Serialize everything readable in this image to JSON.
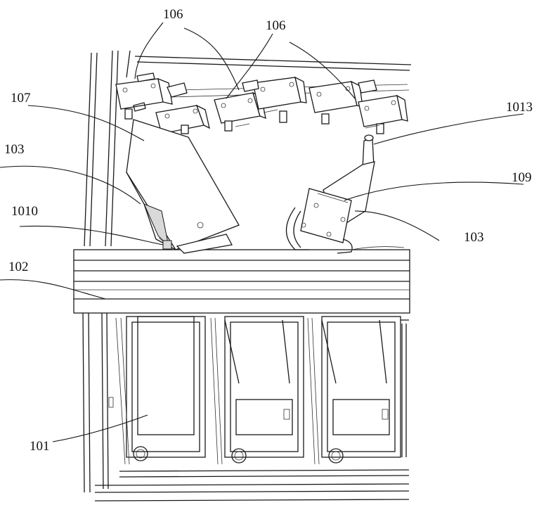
{
  "labels": {
    "l106a": "106",
    "l106b": "106",
    "l107": "107",
    "l1013": "1013",
    "l103a": "103",
    "l109": "109",
    "l1010": "1010",
    "l103b": "103",
    "l102": "102",
    "l101": "101"
  }
}
